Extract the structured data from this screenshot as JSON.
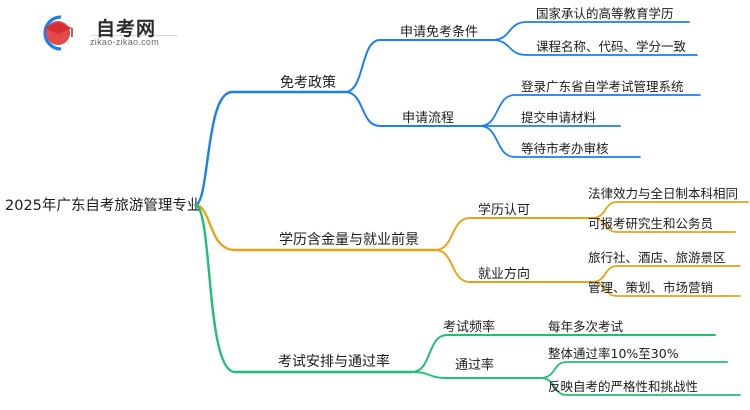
{
  "logo": {
    "name_cn": "自考网",
    "name_en": "zikao-zikao.com",
    "icon": "graduation-cap-icon",
    "ring_color": "#1a7ff0",
    "cap_color": "#e03a3a"
  },
  "colors": {
    "blue": "#1a7ff0",
    "orange": "#E8A317",
    "green": "#21BF73",
    "text": "#1c1c1c",
    "background": "#ffffff"
  },
  "mindmap": {
    "root": {
      "label": "2025年广东自考旅游管理专业"
    },
    "branches": [
      {
        "label": "免考政策",
        "color": "#1a7ff0",
        "children": [
          {
            "label": "申请免考条件",
            "leaves": [
              "国家承认的高等教育学历",
              "课程名称、代码、学分一致"
            ]
          },
          {
            "label": "申请流程",
            "leaves": [
              "登录广东省自学考试管理系统",
              "提交申请材料",
              "等待市考办审核"
            ]
          }
        ]
      },
      {
        "label": "学历含金量与就业前景",
        "color": "#E8A317",
        "children": [
          {
            "label": "学历认可",
            "leaves": [
              "法律效力与全日制本科相同",
              "可报考研究生和公务员"
            ]
          },
          {
            "label": "就业方向",
            "leaves": [
              "旅行社、酒店、旅游景区",
              "管理、策划、市场营销"
            ]
          }
        ]
      },
      {
        "label": "考试安排与通过率",
        "color": "#21BF73",
        "children": [
          {
            "label": "考试频率",
            "leaves": [
              "每年多次考试"
            ]
          },
          {
            "label": "通过率",
            "leaves": [
              "整体通过率10%至30%",
              "反映自考的严格性和挑战性"
            ]
          }
        ]
      }
    ]
  }
}
